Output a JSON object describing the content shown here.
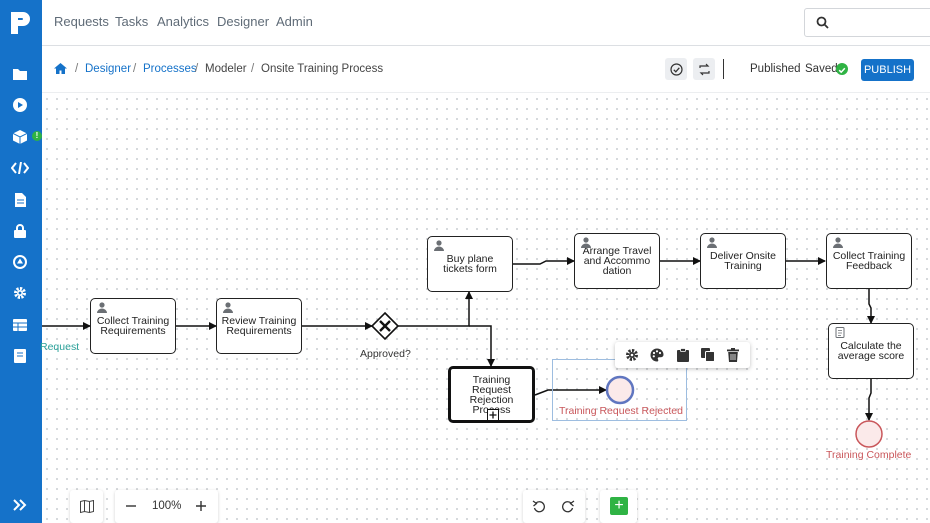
{
  "nav": {
    "items": [
      "Requests",
      "Tasks",
      "Analytics",
      "Designer",
      "Admin"
    ]
  },
  "sidebar": {
    "icons": [
      "folder-icon",
      "play-icon",
      "cube-icon",
      "code-icon",
      "document-icon",
      "lock-icon",
      "play-circle-icon",
      "gear-icon",
      "table-icon",
      "book-icon"
    ],
    "badge": "!"
  },
  "breadcrumb": {
    "items": [
      "Designer",
      "Processes",
      "Modeler",
      "Onsite Training Process"
    ]
  },
  "status": {
    "published": "Published",
    "saved": "Saved",
    "publish_button": "PUBLISH"
  },
  "diagram": {
    "start_label": "Request",
    "tasks": {
      "collect": "Collect Training Requirements",
      "review": "Review Training Requirements",
      "buy": "Buy plane tickets form",
      "arrange": "Arrange Travel and Accommo dation",
      "deliver": "Deliver Onsite Training",
      "feedback": "Collect Training Feedback",
      "calculate": "Calculate the average score",
      "rejection": "Training Request Rejection Process"
    },
    "gateway_label": "Approved?",
    "end_rejected": "Training Request Rejected",
    "end_complete": "Training Complete"
  },
  "zoom": {
    "level": "100%"
  },
  "colors": {
    "brand": "#1572c9",
    "success": "#2fb344",
    "end_event": "#c9575b",
    "start_event": "#2aa199"
  }
}
